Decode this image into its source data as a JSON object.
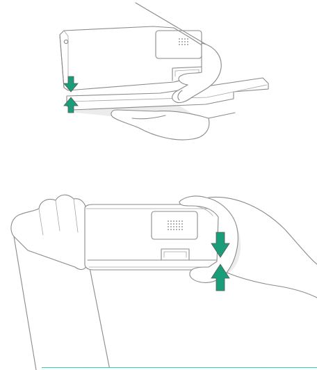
{
  "illustration": {
    "panels": [
      {
        "name": "top-panel",
        "arrows": [
          "press-down",
          "press-up"
        ]
      },
      {
        "name": "bottom-panel",
        "arrows": [
          "press-down",
          "press-up"
        ]
      }
    ],
    "colors": {
      "arrow_fill": "#1a9e7a",
      "arrow_stroke": "#555555",
      "line": "#8a8a8a",
      "shadow": "#ececec",
      "accent_bar": "#3fc8b0"
    }
  }
}
